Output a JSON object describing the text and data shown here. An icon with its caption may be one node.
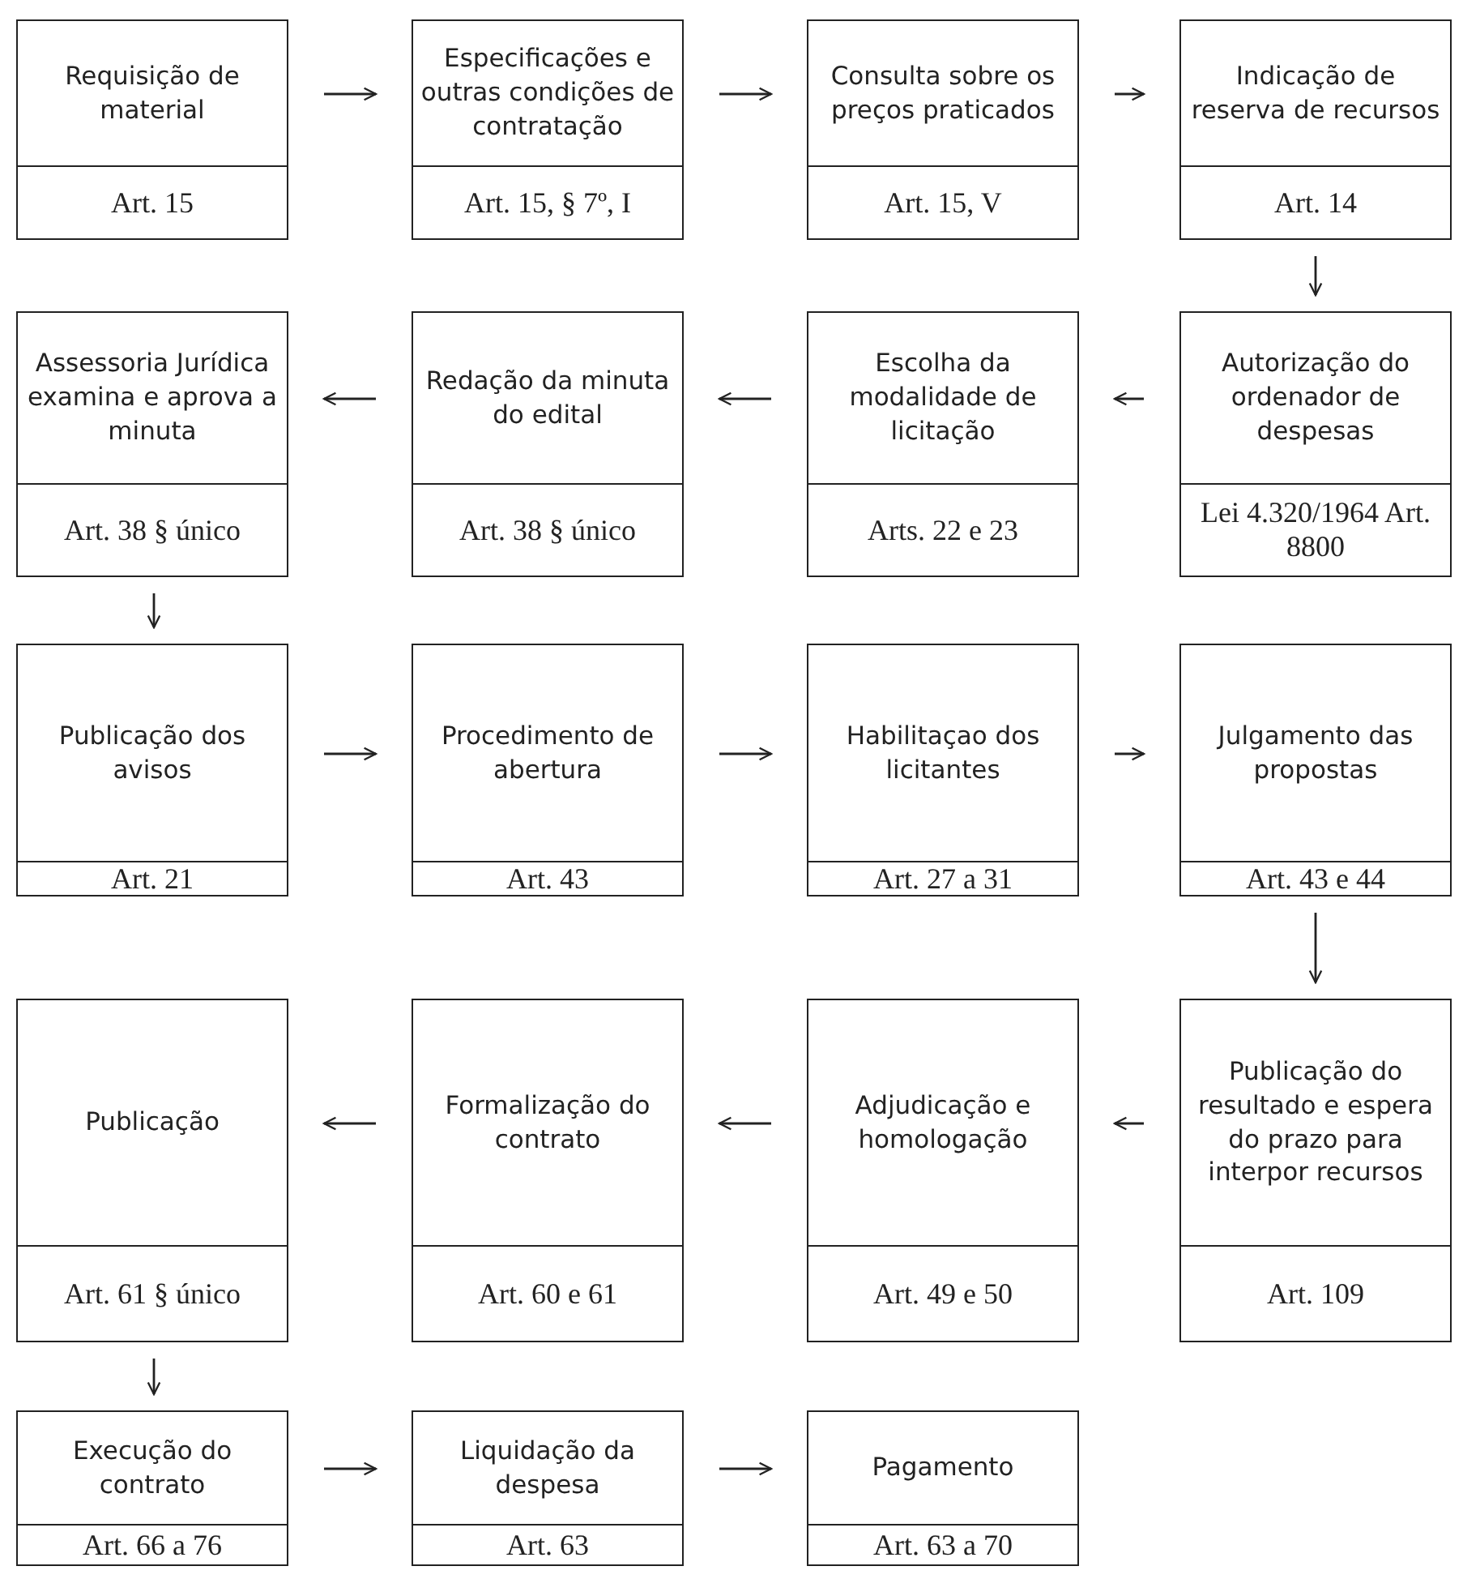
{
  "diagram": {
    "nodes": [
      {
        "text": [
          "Requisição de material",
          "Art. 15"
        ]
      },
      {
        "text": [
          "Especificações e outras condições de contratação",
          "Art. 15, § 7º, I"
        ]
      },
      {
        "text": [
          "Consulta sobre os preços praticados",
          "Art. 15, V"
        ]
      },
      {
        "text": [
          "Indicação de reserva de recursos",
          "Art. 14"
        ]
      },
      {
        "text": [
          "Assessoria Jurídica examina e aprova a minuta",
          "Art. 38 § único"
        ]
      },
      {
        "text": [
          "Redação da minuta do edital",
          "Art. 38 § único"
        ]
      },
      {
        "text": [
          "Escolha da modalidade de licitação",
          "Arts. 22 e 23"
        ]
      },
      {
        "text": [
          "Autorização do ordenador de despesas",
          "Lei 4.320/1964 Art. 8800"
        ]
      },
      {
        "text": [
          "Publicação dos avisos",
          "Art. 21"
        ]
      },
      {
        "text": [
          "Procedimento de abertura",
          "Art. 43"
        ]
      },
      {
        "text": [
          "Habilitaçao dos licitantes",
          "Art. 27 a 31"
        ]
      },
      {
        "text": [
          "Julgamento das propostas",
          "Art. 43 e 44"
        ]
      },
      {
        "text": [
          "Publicação",
          "Art. 61 § único"
        ]
      },
      {
        "text": [
          "Formalização do contrato",
          "Art. 60 e 61"
        ]
      },
      {
        "text": [
          "Adjudicação e homologação",
          "Art. 49 e 50"
        ]
      },
      {
        "text": [
          "Publicação do resultado e espera do prazo para interpor recursos",
          "Art. 109"
        ]
      },
      {
        "text": [
          "Execução do contrato",
          "Art. 66 a 76"
        ]
      },
      {
        "text": [
          "Liquidação da despesa",
          "Art. 63"
        ]
      },
      {
        "text": [
          "Pagamento",
          "Art. 63 a 70"
        ]
      }
    ],
    "edges": [
      {
        "from": 0,
        "to": 1,
        "arrow": "to"
      },
      {
        "from": 1,
        "to": 2,
        "arrow": "to"
      },
      {
        "from": 2,
        "to": 3,
        "arrow": "to"
      },
      {
        "from": 3,
        "to": 7,
        "arrow": "to"
      },
      {
        "from": 7,
        "to": 6,
        "arrow": "to"
      },
      {
        "from": 6,
        "to": 5,
        "arrow": "to"
      },
      {
        "from": 5,
        "to": 4,
        "arrow": "to"
      },
      {
        "from": 4,
        "to": 8,
        "arrow": "to"
      },
      {
        "from": 8,
        "to": 9,
        "arrow": "to"
      },
      {
        "from": 9,
        "to": 10,
        "arrow": "to"
      },
      {
        "from": 10,
        "to": 11,
        "arrow": "to"
      },
      {
        "from": 11,
        "to": 15,
        "arrow": "to"
      },
      {
        "from": 15,
        "to": 14,
        "arrow": "to"
      },
      {
        "from": 14,
        "to": 13,
        "arrow": "to"
      },
      {
        "from": 13,
        "to": 12,
        "arrow": "to"
      },
      {
        "from": 12,
        "to": 16,
        "arrow": "to"
      },
      {
        "from": 16,
        "to": 17,
        "arrow": "to"
      },
      {
        "from": 17,
        "to": 18,
        "arrow": "to"
      }
    ]
  }
}
